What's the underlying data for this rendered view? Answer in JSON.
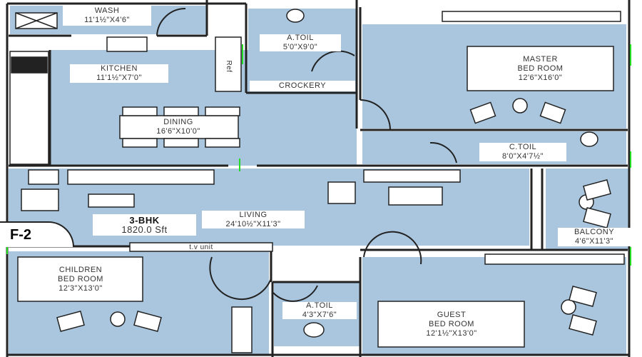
{
  "plan": {
    "unit_type": "3-BHK",
    "area": "1820.0 Sft",
    "flat_id": "F-2",
    "room_color": "#a9c6de",
    "wall_color": "#222222"
  },
  "rooms": {
    "wash": {
      "name": "WASH",
      "size": "11'1½\"X4'6\""
    },
    "kitchen": {
      "name": "KITCHEN",
      "size": "11'1½\"X7'0\""
    },
    "atoil_top": {
      "name": "A.TOIL",
      "size": "5'0\"X9'0\""
    },
    "ref": {
      "name": "Ref"
    },
    "crockery": {
      "name": "CROCKERY"
    },
    "dining": {
      "name": "DINING",
      "size": "16'6\"X10'0\""
    },
    "master": {
      "name": "MASTER",
      "name2": "BED ROOM",
      "size": "12'6\"X16'0\""
    },
    "ctoil": {
      "name": "C.TOIL",
      "size": "8'0\"X4'7½\""
    },
    "living": {
      "name": "LIVING",
      "size": "24'10½\"X11'3\""
    },
    "tv": {
      "name": "t.v unit"
    },
    "balcony": {
      "name": "BALCONY",
      "size": "4'6\"X11'3\""
    },
    "children": {
      "name": "CHILDREN",
      "name2": "BED ROOM",
      "size": "12'3\"X13'0\""
    },
    "atoil_bottom": {
      "name": "A.TOIL",
      "size": "4'3\"X7'6\""
    },
    "guest": {
      "name": "GUEST",
      "name2": "BED ROOM",
      "size": "12'1½\"X13'0\""
    }
  }
}
